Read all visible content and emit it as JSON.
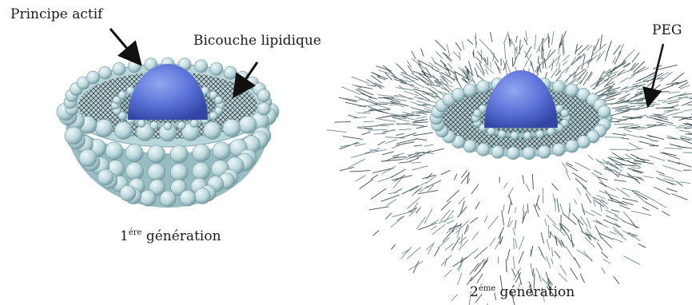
{
  "labels": {
    "principe_actif": "Principe actif",
    "bicouche": "Bicouche lipidique",
    "peg": "PEG"
  },
  "captions": {
    "first": {
      "number": "1",
      "superscript": "ére",
      "text": " génération"
    },
    "second": {
      "number": "2",
      "superscript": "éme",
      "text": " génération"
    }
  },
  "colors": {
    "lipid_head": "#b9d6db",
    "lipid_head_shadow": "#7fa7ae",
    "drug_core": "#5a73d8",
    "peg_chains": "#3f4f52",
    "arrow": "#111111"
  }
}
